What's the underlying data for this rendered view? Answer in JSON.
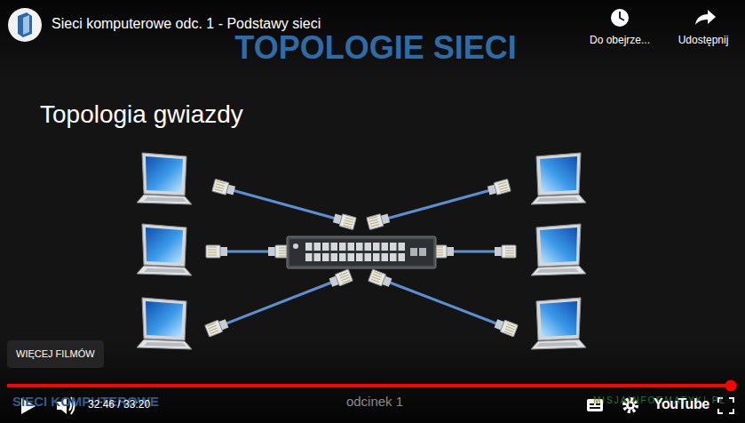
{
  "diagram": {
    "title": "TOPOLOGIE SIECI",
    "nodes": [
      {
        "text": [
          "WIĘCEJ FILMÓW"
        ]
      }
    ],
    "labels": [
      "Sieci komputerowe odc. 1 - Podstawy sieci",
      "Do obejrze...",
      "Udostępnij",
      "Topologia gwiazdy",
      "SIECI KOMPUTEROWE",
      "odcinek 1",
      "MISJAINFORMATYKI.PL",
      "32:46 / 33:20",
      "YouTube"
    ]
  }
}
